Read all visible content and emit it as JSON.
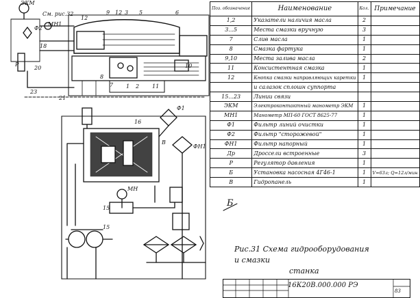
{
  "table": {
    "headers": [
      "Поз. обозначение",
      "Наименование",
      "Кол.",
      "Примечание"
    ],
    "rows": [
      {
        "pos": "1,2",
        "name": "Указатели наличия масла",
        "qty": "2",
        "note": ""
      },
      {
        "pos": "3...5",
        "name": "Места смазки вручную",
        "qty": "3",
        "note": ""
      },
      {
        "pos": "7",
        "name": "Слив масла",
        "qty": "1",
        "note": ""
      },
      {
        "pos": "8",
        "name": "Смазка фартука",
        "qty": "1",
        "note": ""
      },
      {
        "pos": "9,10",
        "name": "Места залива масла",
        "qty": "2",
        "note": ""
      },
      {
        "pos": "11",
        "name": "Консистентная смазка",
        "qty": "1",
        "note": ""
      },
      {
        "pos": "12",
        "name": "Кнопка смазки направляющих каретки",
        "qty": "1",
        "note": ""
      },
      {
        "pos": "",
        "name": "и салазок сплошн суппорта",
        "qty": "",
        "note": ""
      },
      {
        "pos": "15...23",
        "name": "Линии связи",
        "qty": "",
        "note": ""
      },
      {
        "pos": "ЭКМ",
        "name": "Электроконтактный манометр ЭКМ",
        "qty": "1",
        "note": ""
      },
      {
        "pos": "МН1",
        "name": "Манометр МП-60 ГОСТ 8625-77",
        "qty": "1",
        "note": ""
      },
      {
        "pos": "Ф1",
        "name": "Фильтр линий очистки",
        "qty": "1",
        "note": ""
      },
      {
        "pos": "Ф2",
        "name": "Фильтр \"сторожевой\"",
        "qty": "1",
        "note": ""
      },
      {
        "pos": "ФН1",
        "name": "Фильтр напорный",
        "qty": "1",
        "note": ""
      },
      {
        "pos": "Др",
        "name": "Дроссели встроенные",
        "qty": "3",
        "note": ""
      },
      {
        "pos": "Р",
        "name": "Регулятор давления",
        "qty": "1",
        "note": ""
      },
      {
        "pos": "Б",
        "name": "Установка насосная 4Г46-1",
        "qty": "1",
        "note": "V=63л; Q=12л/мин"
      },
      {
        "pos": "В",
        "name": "Гидропанель",
        "qty": "1",
        "note": ""
      }
    ]
  },
  "caption": {
    "line1": "Рис.31 Схема гидрооборудования и смазки",
    "line2": "станка"
  },
  "stamp": {
    "code": "16К20В.000.000 РЭ",
    "sheet": "83"
  },
  "letter_b": "Б",
  "labels": {
    "ekm": "ЭКМ",
    "ref": "См. рис.32",
    "mn1": "МН1",
    "phi2": "Ф2",
    "r": "Р",
    "n12": "12",
    "n9": "9",
    "n12b": "12",
    "n3": "3",
    "n5": "5",
    "n6": "6",
    "n18": "18",
    "n20": "20",
    "n23": "23",
    "n21": "21",
    "n10": "10",
    "n8": "8",
    "n7": "7",
    "n1": "1",
    "n2": "2",
    "n11": "11",
    "n16": "16",
    "v": "В",
    "phi1": "Ф1",
    "fn1": "ФН1",
    "mn": "МН",
    "n15": "15",
    "n15b": "15"
  }
}
